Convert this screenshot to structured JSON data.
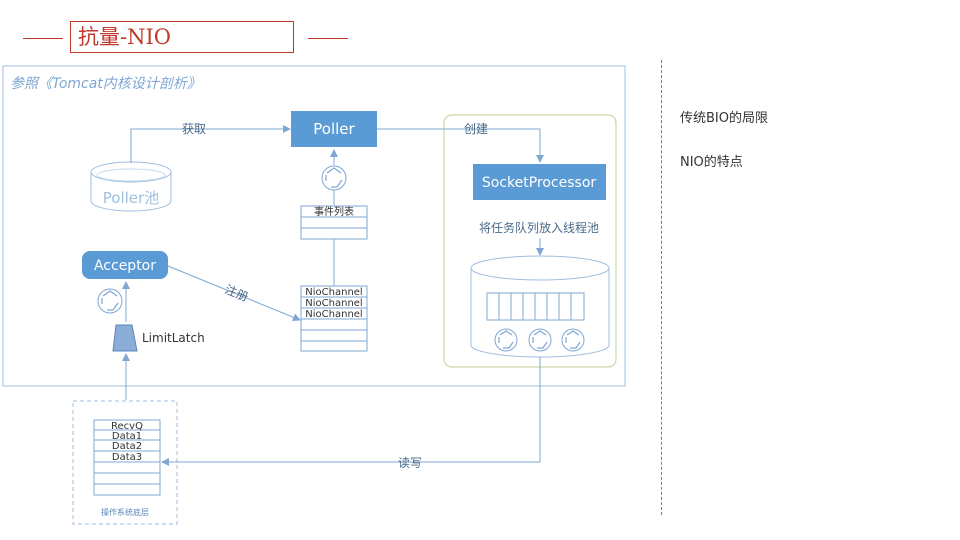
{
  "header": {
    "title": "抗量-NIO"
  },
  "diagram": {
    "source_note": "参照《Tomcat内核设计剖析》",
    "poller_pool": "Poller池",
    "fetch_label": "获取",
    "poller": "Poller",
    "create_label": "创建",
    "socket_processor": "SocketProcessor",
    "queue_label": "将任务队列放入线程池",
    "event_list": "事件列表",
    "acceptor": "Acceptor",
    "register_label": "注册",
    "nio_channels": [
      "NioChannel",
      "NioChannel",
      "NioChannel"
    ],
    "limit_latch": "LimitLatch",
    "read_write_label": "读写",
    "os_layer": {
      "queue_items": [
        "RecvQ",
        "Data1",
        "Data2",
        "Data3"
      ],
      "caption": "操作系统底层"
    }
  },
  "side_list": [
    "传统BIO的局限",
    "NIO的特点"
  ],
  "colors": {
    "accent": "#c0392b",
    "box_blue": "#5b9bd5",
    "line": "#7fa7d3"
  }
}
